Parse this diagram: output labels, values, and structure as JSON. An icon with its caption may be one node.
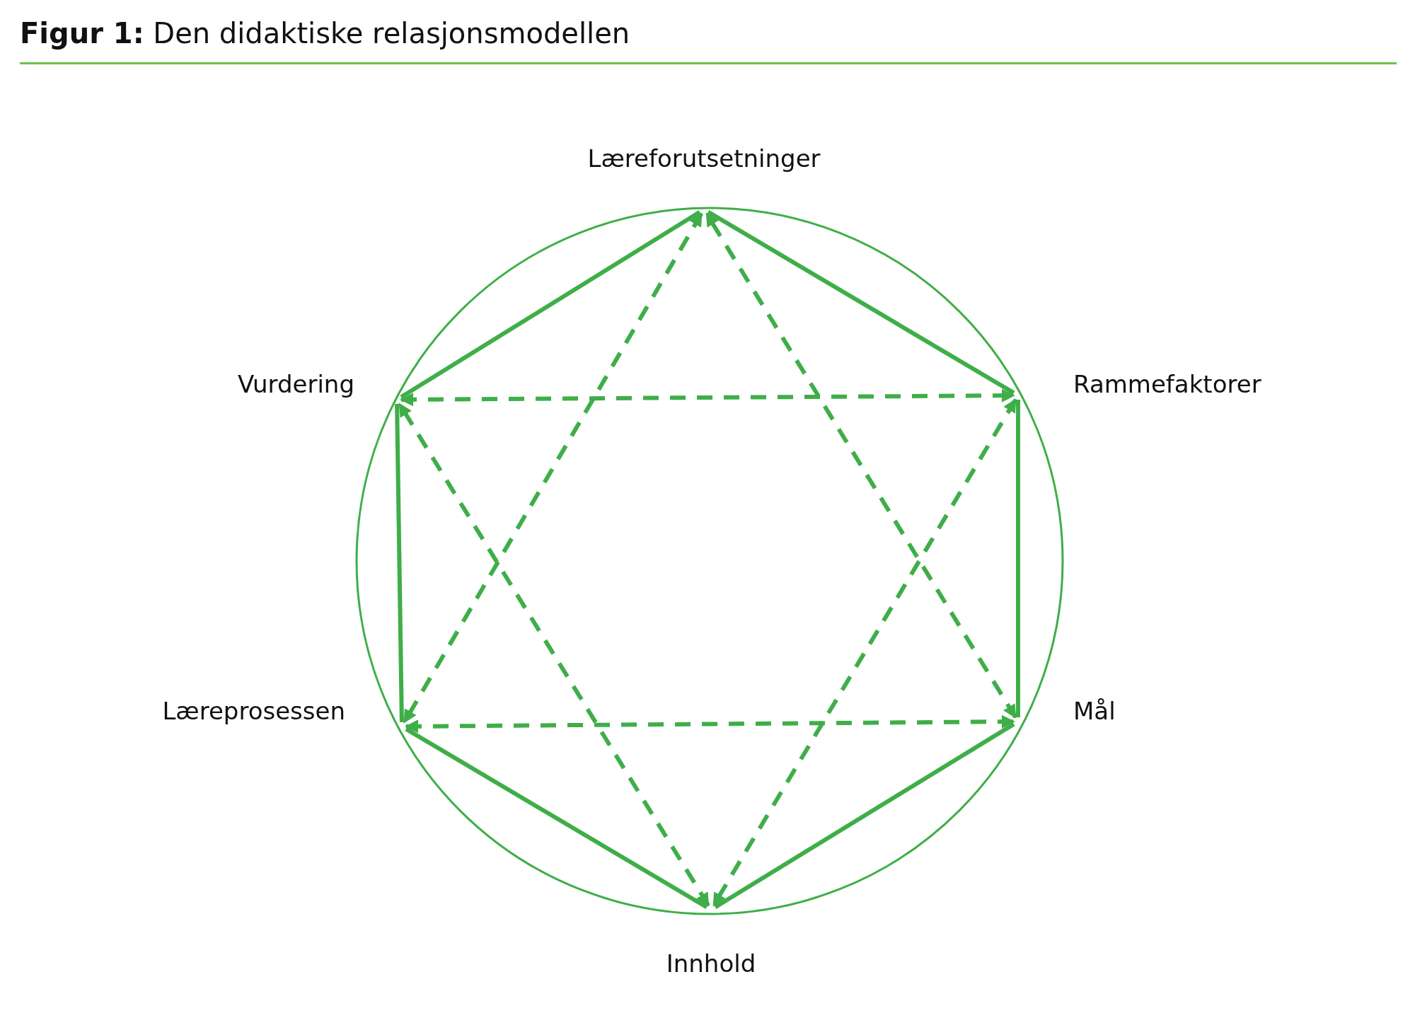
{
  "diagram": {
    "title": "**Figur 1:** Den didaktiske relasjonsmodellen",
    "nodes": [
      {
        "text": [
          "Læreforutsetninger"
        ]
      },
      {
        "text": [
          "Vurdering"
        ]
      },
      {
        "text": [
          "Rammefaktorer"
        ]
      },
      {
        "text": [
          "Læreprosessen"
        ]
      },
      {
        "text": [
          "Mål"
        ]
      },
      {
        "text": [
          "Innhold"
        ]
      }
    ],
    "edges": [
      {
        "from": 0,
        "to": 2,
        "arrow": "none"
      },
      {
        "from": 2,
        "to": 4,
        "arrow": "none"
      },
      {
        "from": 4,
        "to": 5,
        "arrow": "none"
      },
      {
        "from": 5,
        "to": 3,
        "arrow": "none"
      },
      {
        "from": 3,
        "to": 1,
        "arrow": "none"
      },
      {
        "from": 1,
        "to": 0,
        "arrow": "none"
      },
      {
        "from": 0,
        "to": 3,
        "arrow": "both",
        "style": "dashed"
      },
      {
        "from": 3,
        "to": 4,
        "arrow": "both",
        "style": "dashed"
      },
      {
        "from": 4,
        "to": 0,
        "arrow": "both",
        "style": "dashed"
      },
      {
        "from": 1,
        "to": 2,
        "arrow": "both",
        "style": "dashed"
      },
      {
        "from": 2,
        "to": 5,
        "arrow": "both",
        "style": "dashed"
      },
      {
        "from": 5,
        "to": 1,
        "arrow": "both",
        "style": "dashed"
      }
    ]
  }
}
